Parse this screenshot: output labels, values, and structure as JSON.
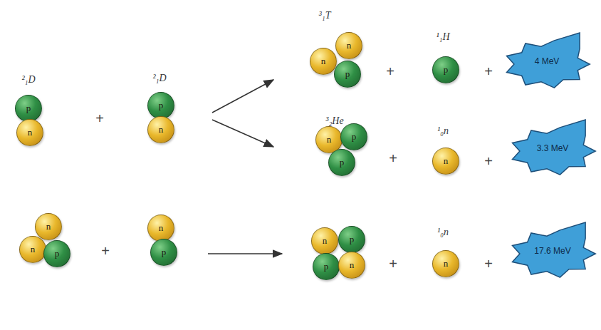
{
  "diagram": {
    "nodes": [
      {
        "text": [
          "p"
        ]
      },
      {
        "text": [
          "n"
        ]
      },
      {
        "text": [
          "p"
        ]
      },
      {
        "text": [
          "n"
        ]
      },
      {
        "text": [
          "n"
        ]
      },
      {
        "text": [
          "n"
        ]
      },
      {
        "text": [
          "p"
        ]
      },
      {
        "text": [
          "p"
        ]
      },
      {
        "text": [
          "4 MeV"
        ]
      },
      {
        "text": [
          "n"
        ]
      },
      {
        "text": [
          "p"
        ]
      },
      {
        "text": [
          "p"
        ]
      },
      {
        "text": [
          "n"
        ]
      },
      {
        "text": [
          "3.3 MeV"
        ]
      },
      {
        "text": [
          "n"
        ]
      },
      {
        "text": [
          "n"
        ]
      },
      {
        "text": [
          "p"
        ]
      },
      {
        "text": [
          "n"
        ]
      },
      {
        "text": [
          "p"
        ]
      },
      {
        "text": [
          "n"
        ]
      },
      {
        "text": [
          "p"
        ]
      },
      {
        "text": [
          "p"
        ]
      },
      {
        "text": [
          "n"
        ]
      },
      {
        "text": [
          "n"
        ]
      },
      {
        "text": [
          "17.6 MeV"
        ]
      }
    ],
    "labels": [
      "²₁D",
      "²₁D",
      "³₁T",
      "¹₁H",
      "³₂He",
      "¹₀n",
      "¹₀n",
      "+",
      "+",
      "+",
      "+",
      "+",
      "+",
      "+",
      "+"
    ]
  }
}
